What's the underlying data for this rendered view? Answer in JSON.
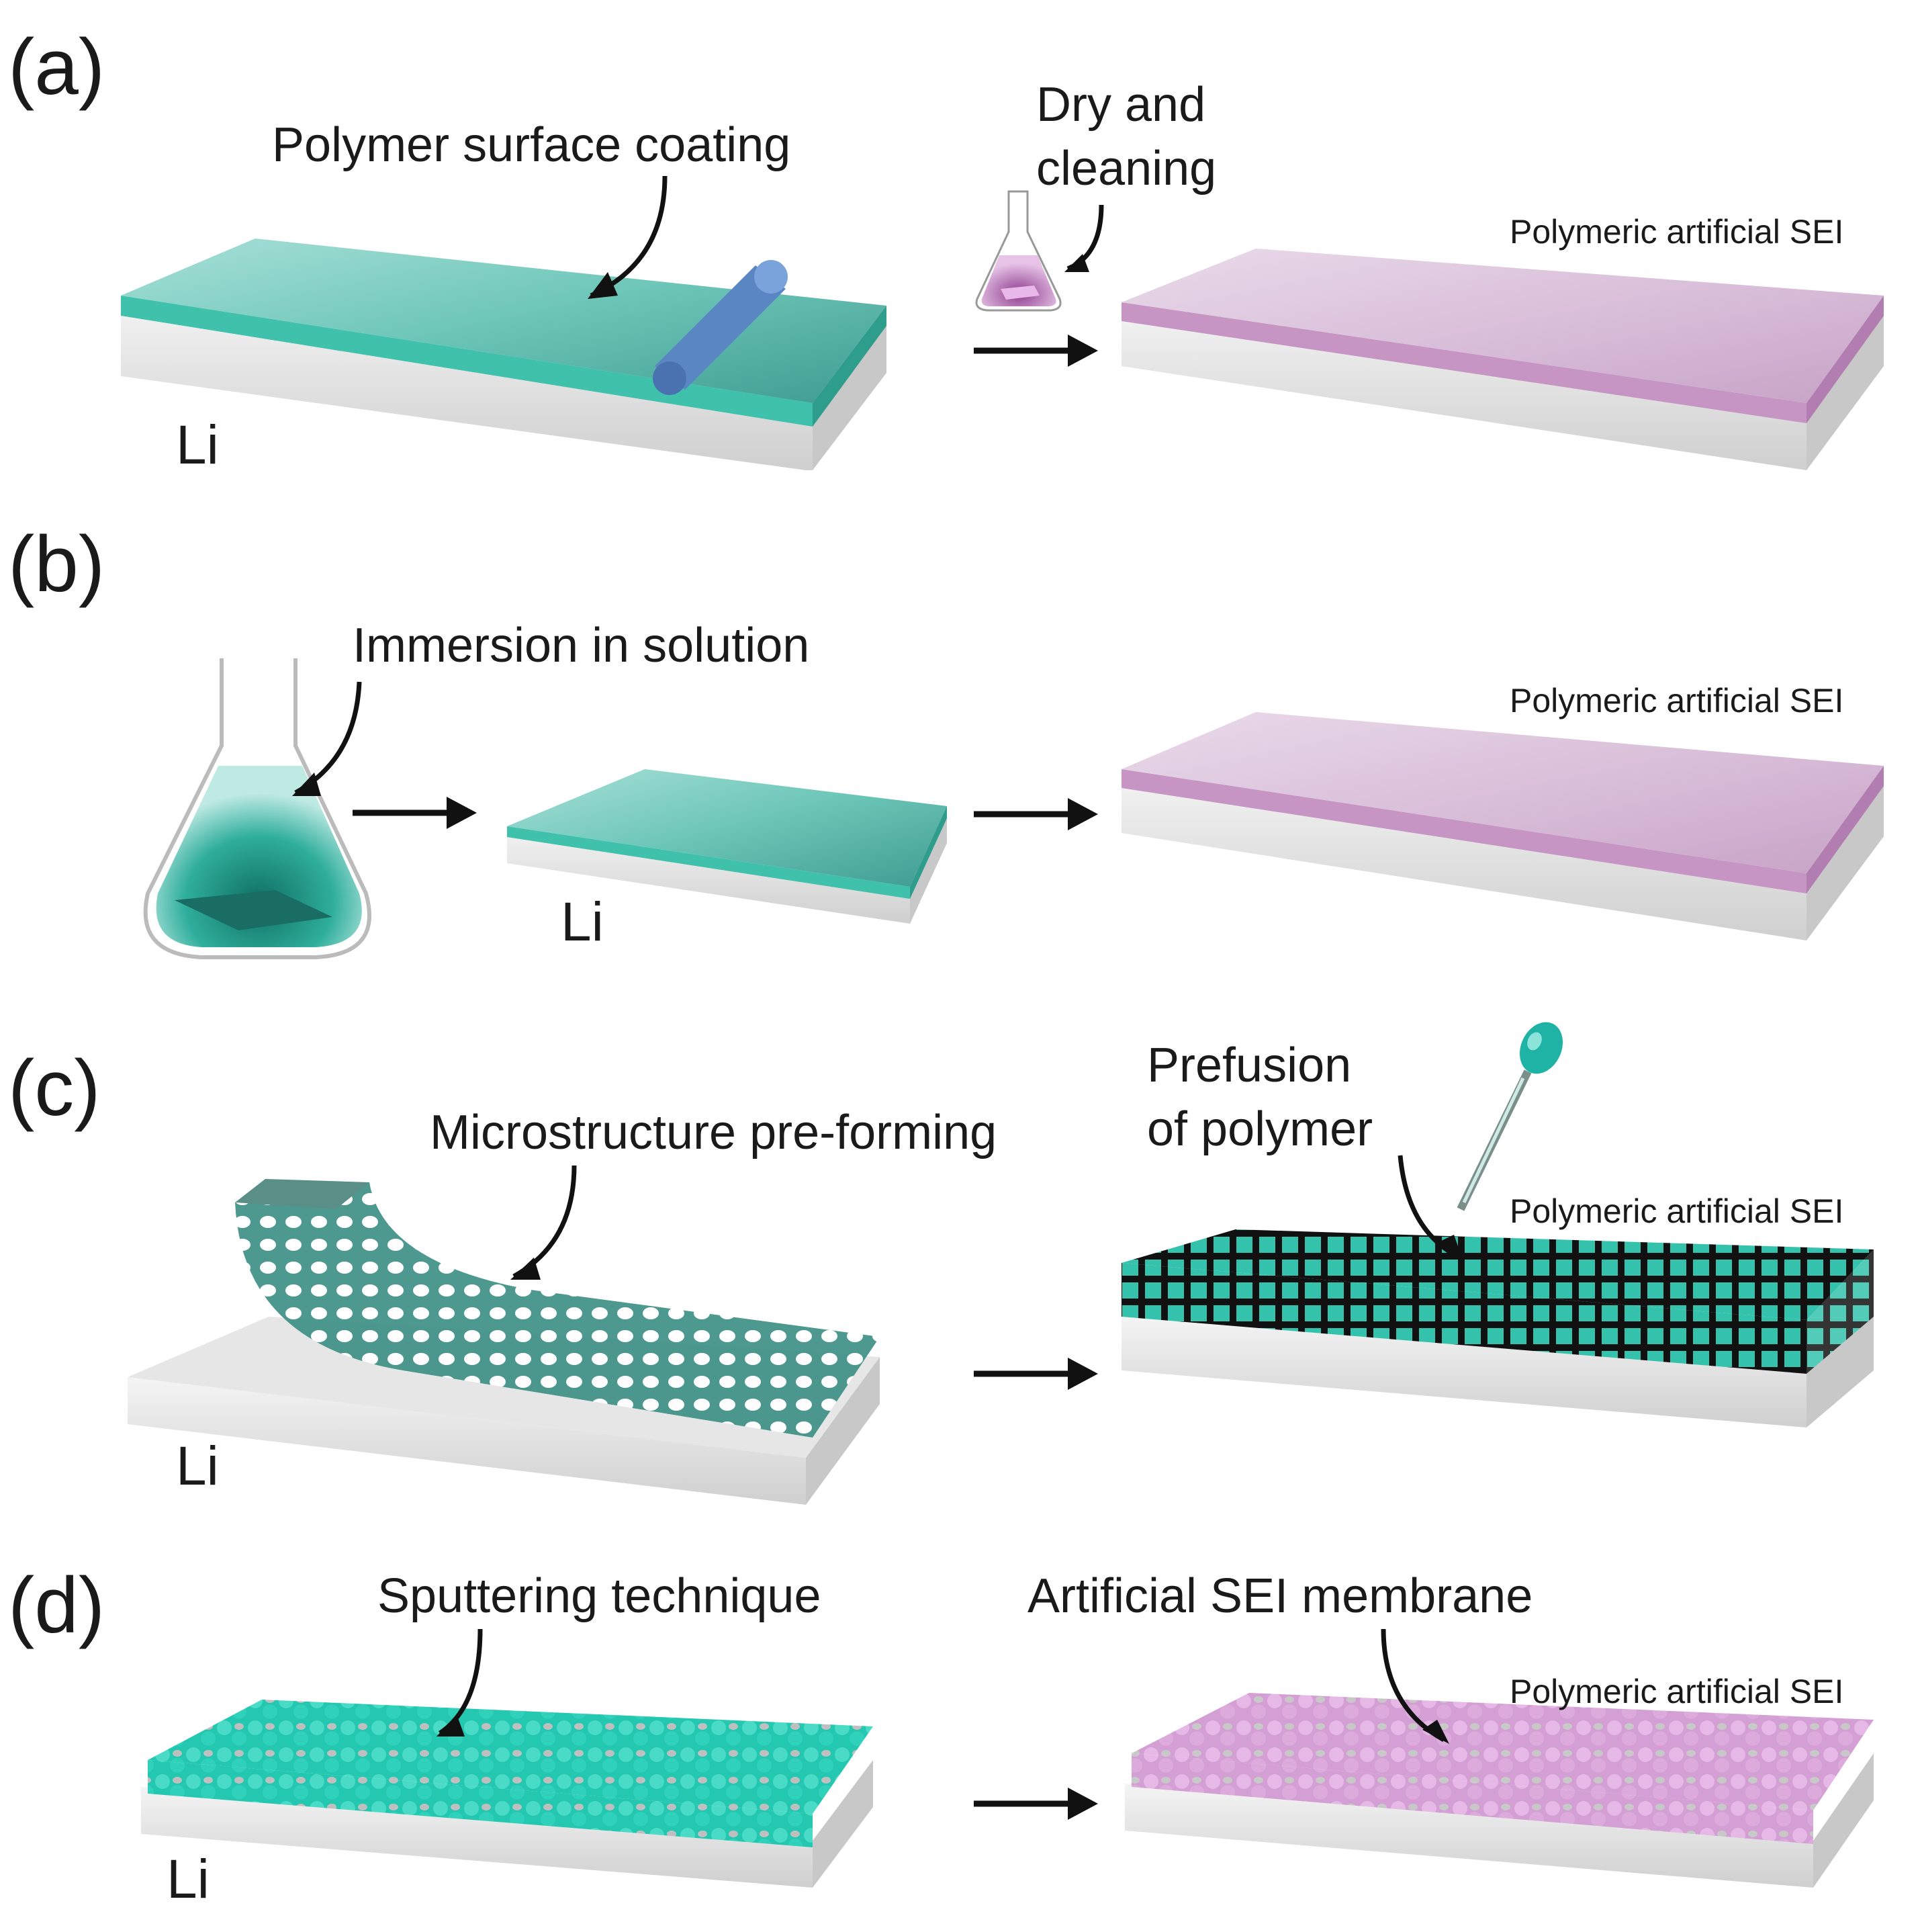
{
  "panels": [
    {
      "id": "a",
      "label": "(a)",
      "step1_caption": "Polymer surface coating",
      "step2_caption": "Dry and",
      "step2_caption_line2": "cleaning",
      "substrate": "Li",
      "result": "Polymeric artificial SEI"
    },
    {
      "id": "b",
      "label": "(b)",
      "step1_caption": "Immersion in solution",
      "substrate": "Li",
      "result": "Polymeric artificial SEI"
    },
    {
      "id": "c",
      "label": "(c)",
      "step1_caption": "Microstructure pre-forming",
      "step2_caption": "Prefusion",
      "step2_caption_line2": "of polymer",
      "substrate": "Li",
      "result": "Polymeric artificial SEI"
    },
    {
      "id": "d",
      "label": "(d)",
      "step1_caption": "Sputtering technique",
      "step2_caption": "Artificial SEI membrane",
      "substrate": "Li",
      "result": "Polymeric artificial SEI"
    }
  ],
  "colors": {
    "teal": "#3fb7a4",
    "teal_dark": "#2a8c80",
    "pink": "#c795c4",
    "pink_light": "#dcc1dc",
    "lithium": "#eeeeee",
    "roller": "#5b86c4"
  }
}
